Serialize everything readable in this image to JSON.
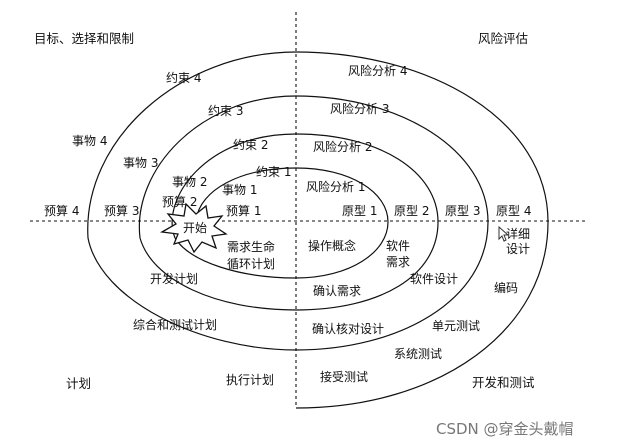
{
  "quadrants": {
    "top_left": "目标、选择和限制",
    "top_right": "风险评估",
    "bottom_left": "计划",
    "bottom_right": "开发和测试"
  },
  "constraints": [
    "约束 1",
    "约束 2",
    "约束 3",
    "约束 4"
  ],
  "risk_analysis": [
    "风险分析 1",
    "风险分析 2",
    "风险分析 3",
    "风险分析 4"
  ],
  "matters": [
    "事物 1",
    "事物 2",
    "事物 3",
    "事物 4"
  ],
  "budgets": [
    "预算 1",
    "预算 2",
    "预算 3",
    "预算 4"
  ],
  "prototypes": [
    "原型 1",
    "原型 2",
    "原型 3",
    "原型 4"
  ],
  "start": "开始",
  "plan_items": {
    "lifecycle_line1": "需求生命",
    "lifecycle_line2": "循环计划",
    "dev_plan": "开发计划",
    "integration_test_plan": "综合和测试计划",
    "execute_plan": "执行计划"
  },
  "dev_items": {
    "operation_concept": "操作概念",
    "software_req_line1": "软件",
    "software_req_line2": "需求",
    "confirm_req": "确认需求",
    "software_design": "软件设计",
    "confirm_design": "确认核对设计",
    "detail_design_line1": "详细",
    "detail_design_line2": "设计",
    "coding": "编码",
    "unit_test": "单元测试",
    "system_test": "系统测试",
    "acceptance_test": "接受测试"
  },
  "watermark": "CSDN @穿金头戴帽"
}
